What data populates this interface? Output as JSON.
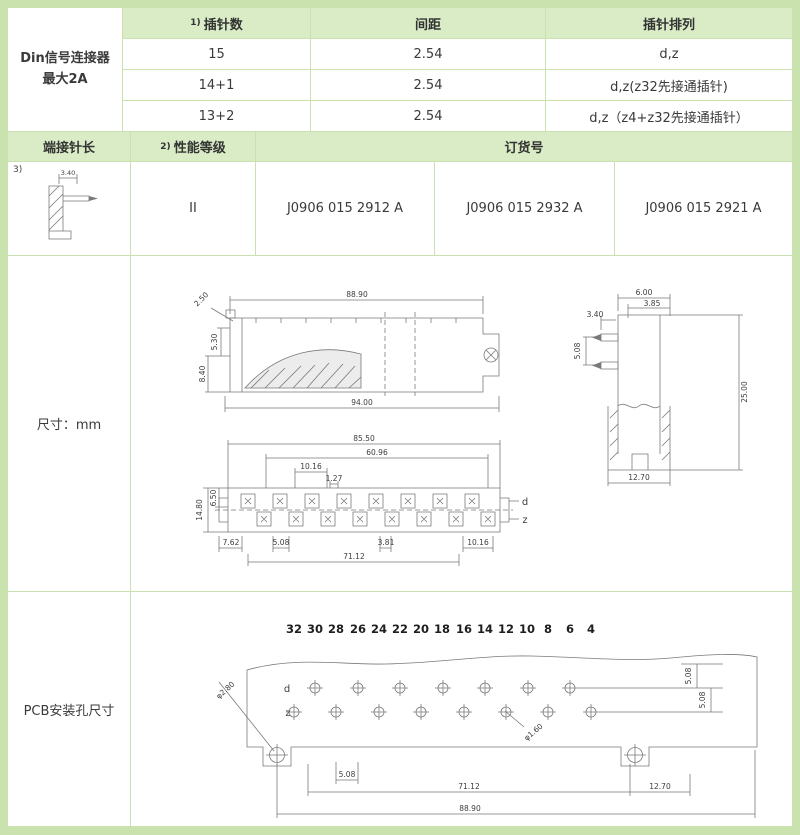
{
  "table1": {
    "product_line1": "Din信号连接器",
    "product_line2": "最大2A",
    "headers": {
      "pins_prefix": "1)",
      "pins": "插针数",
      "pitch": "间距",
      "arrangement": "插针排列"
    },
    "rows": [
      {
        "pins": "15",
        "pitch": "2.54",
        "arrangement": "d,z"
      },
      {
        "pins": "14+1",
        "pitch": "2.54",
        "arrangement": "d,z(z32先接通插针)"
      },
      {
        "pins": "13+2",
        "pitch": "2.54",
        "arrangement": "d,z（z4+z32先接通插针）"
      }
    ]
  },
  "table2": {
    "headers": {
      "pin_length": "端接针长",
      "grade_prefix": "2)",
      "grade": "性能等级",
      "order": "订货号"
    },
    "note_ref": "3)",
    "pin_drawing_dim": "3.40",
    "grade_value": "II",
    "order_numbers": [
      "J0906 015 2912 A",
      "J0906 015 2932 A",
      "J0906 015 2921 A"
    ]
  },
  "dim_section": {
    "label": "尺寸：mm",
    "side_view": {
      "top_width": "88.90",
      "overall_width": "94.00",
      "hole_dia": "2.50",
      "h1": "5.30",
      "h2": "8.40"
    },
    "end_view": {
      "w1": "6.00",
      "w2": "3.85",
      "pin_offset": "3.40",
      "pin_pitch": "5.08",
      "height": "25.00",
      "base": "12.70"
    },
    "front_view": {
      "w1": "85.50",
      "w2": "60.96",
      "w3": "10.16",
      "w4": "1.27",
      "h1": "14.80",
      "h2": "6.50",
      "b1": "7.62",
      "b2": "5.08",
      "b3": "3.81",
      "b4": "10.16",
      "b5": "71.12",
      "row_d": "d",
      "row_z": "z"
    }
  },
  "pcb_section": {
    "label": "PCB安装孔尺寸",
    "pin_numbers": [
      "32",
      "30",
      "28",
      "26",
      "24",
      "22",
      "20",
      "18",
      "16",
      "14",
      "12",
      "10",
      "8",
      "6",
      "4"
    ],
    "row_d": "d",
    "row_z": "z",
    "hole_big": "φ2.80",
    "hole_small": "φ1.60",
    "right_dim1": "5.08",
    "right_dim2": "5.08",
    "b1": "5.08",
    "b2": "71.12",
    "b3": "12.70",
    "b4": "88.90"
  }
}
